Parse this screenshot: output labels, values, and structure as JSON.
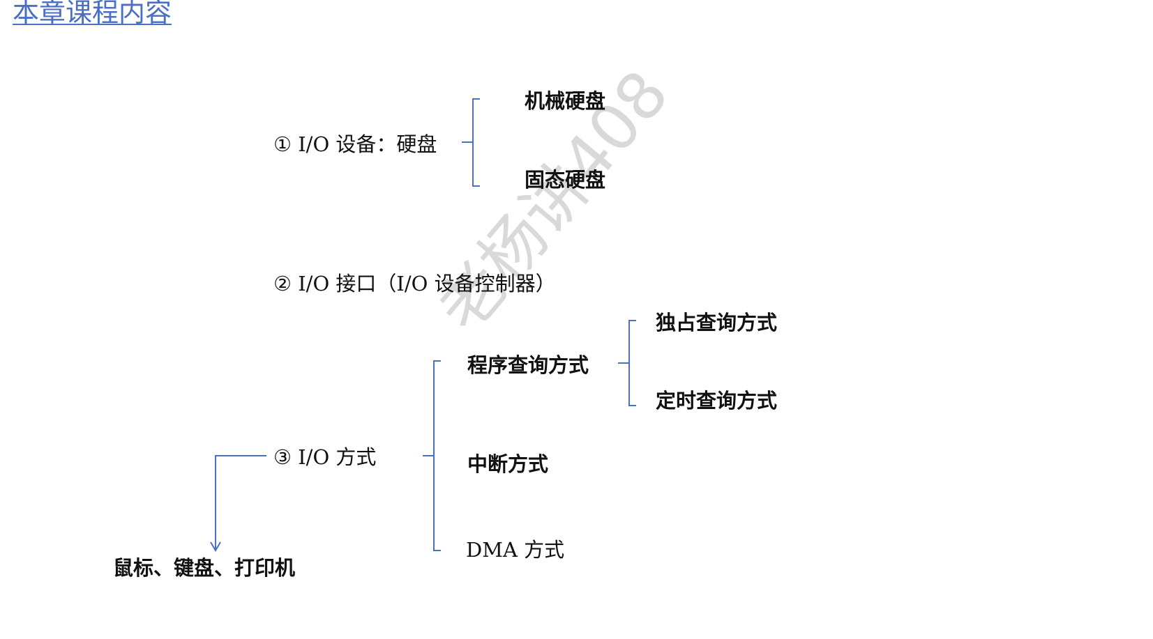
{
  "title": "本章课程内容",
  "watermark": "老杨讲408",
  "colors": {
    "title": "#4a6fc4",
    "connector": "#4a6fc4",
    "text": "#111111"
  },
  "nodes": {
    "io_device": "① I/O 设备：硬盘",
    "hdd": "机械硬盘",
    "ssd": "固态硬盘",
    "io_interface": "② I/O 接口（I/O 设备控制器）",
    "io_mode": "③ I/O 方式",
    "polling": "程序查询方式",
    "exclusive_polling": "独占查询方式",
    "timed_polling": "定时查询方式",
    "interrupt": "中断方式",
    "dma": "DMA 方式",
    "examples": "鼠标、键盘、打印机"
  }
}
